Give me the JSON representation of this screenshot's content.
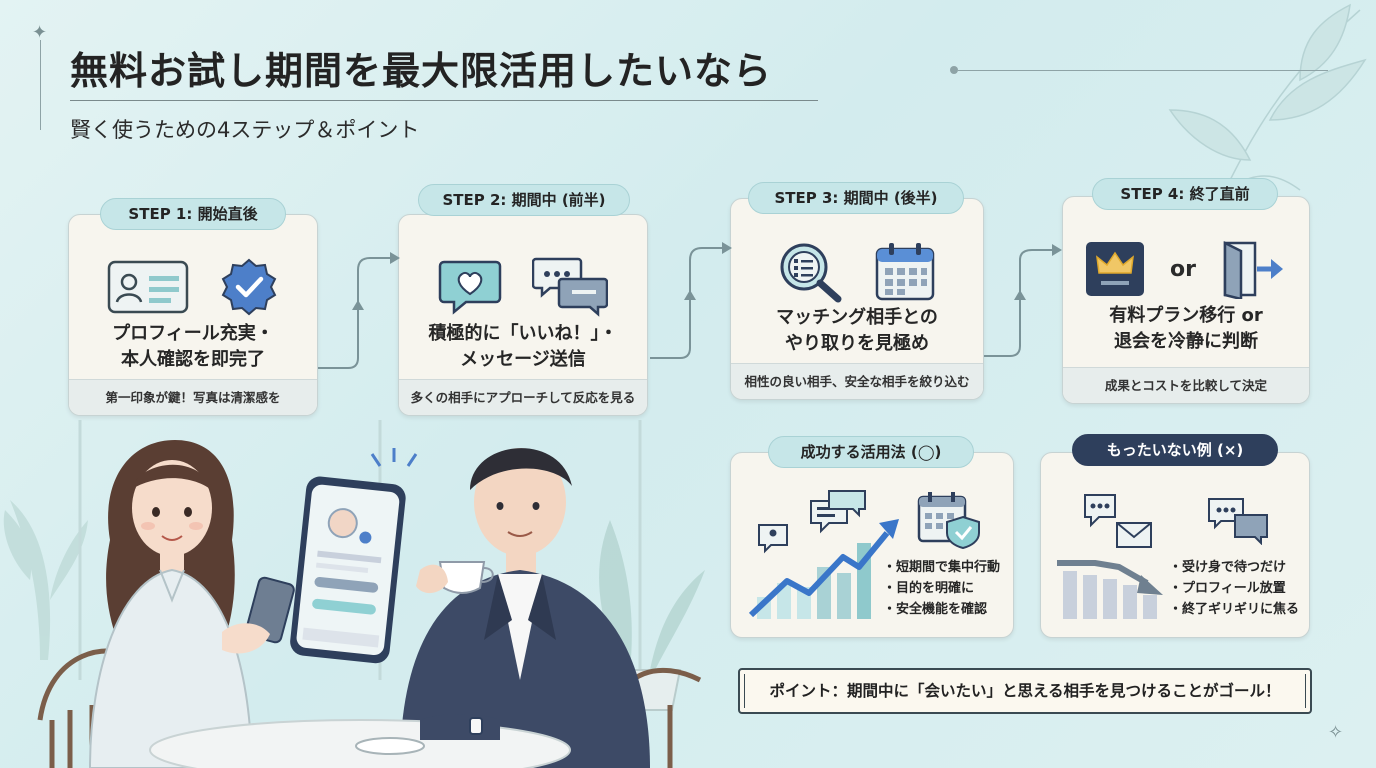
{
  "title": "無料お試し期間を最大限活用したいなら",
  "subtitle": "賢く使うための4ステップ＆ポイント",
  "steps": [
    {
      "label": "STEP 1: 開始直後",
      "body": [
        "プロフィール充実・",
        "本人確認を即完了"
      ],
      "foot": "第一印象が鍵！写真は清潔感を"
    },
    {
      "label": "STEP 2: 期間中 (前半)",
      "body": [
        "積極的に「いいね！」・",
        "メッセージ送信"
      ],
      "foot": "多くの相手にアプローチして反応を見る"
    },
    {
      "label": "STEP 3: 期間中 (後半)",
      "body": [
        "マッチング相手との",
        "やり取りを見極め"
      ],
      "foot": "相性の良い相手、安全な相手を絞り込む"
    },
    {
      "label": "STEP 4: 終了直前",
      "body": [
        "有料プラン移行 or",
        "退会を冷静に判断"
      ],
      "foot": "成果とコストを比較して決定"
    }
  ],
  "step4_or": "or",
  "success": {
    "label": "成功する活用法 (◯)",
    "items": [
      "・短期間で集中行動",
      "・目的を明確に",
      "・安全機能を確認"
    ]
  },
  "waste": {
    "label": "もったいない例 (×)",
    "items": [
      "・受け身で待つだけ",
      "・プロフィール放置",
      "・終了ギリギリに焦る"
    ]
  },
  "point": "ポイント：期間中に「会いたい」と思える相手を見つけることがゴール！",
  "colors": {
    "accent": "#c6e6e8",
    "navy": "#2e3f5c",
    "card": "#f7f5ee",
    "background": "#d9eff0"
  }
}
